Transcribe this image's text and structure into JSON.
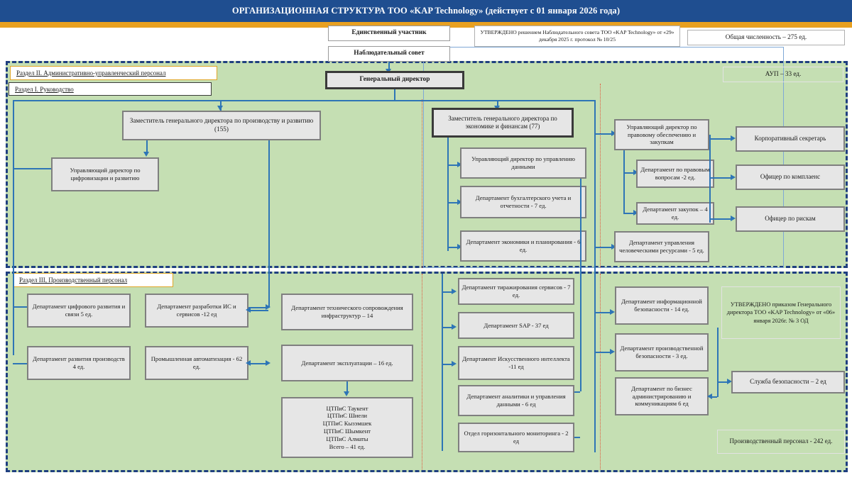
{
  "header": {
    "title": "ОРГАНИЗАЦИОННАЯ СТРУКТУРА ТОО «KAP Technology» (действует с 01 января 2026 года)",
    "bar_color": "#1F4E90",
    "accent_color": "#E8A020"
  },
  "top_notes": {
    "sole_participant": "Единственный участник",
    "supervisory_board": "Наблюдательный совет",
    "approval_note": "УТВЕРЖДЕНО решением Наблюдательного совета ТОО «KAP Technology» от «29» декабря 2025 г. протокол № 10/25",
    "total_headcount": "Общая численность – 275 ед."
  },
  "section_tags": {
    "section_2": "Раздел  II.  Административно-управленческий     персонал",
    "section_1": "Раздел  I. Руководство",
    "section_3": "Раздел  III, Производственный  персонал"
  },
  "counters": {
    "aup": "АУП – 33 ед.",
    "production_staff": "Производственный персонал -  242 ед.",
    "director_order_note": "УТВЕРЖДЕНО приказом Генерального директора ТОО «KAP Technology» от «06» января 2026г. № 3 ОД"
  },
  "leadership": {
    "general_director": "Генеральный директор"
  },
  "admin_section": {
    "deputy_production": "Заместитель генерального директора по производству и развитию (155)",
    "deputy_production_children": [
      "Управляющий директор по цифровизации и развитию"
    ],
    "deputy_finance": "Заместитель генерального директора по экономике и финансам (77)",
    "deputy_finance_children": [
      "Управляющий директор по управлению данными",
      "Департамент бухгалтерского учета и отчетности - 7 ед.",
      "Департамент экономики и планирования - 6 ед."
    ],
    "managing_director_legal": "Управляющий директор по правовому обеспечению и закупкам",
    "legal_children": [
      "Департамент по правовым вопросам -2 ед.",
      "Департамент закупок – 4 ед."
    ],
    "hr_department": "Департамент управления человеческими ресурсами - 5 ед.",
    "direct_reports": [
      "Корпоративный секретарь",
      "Офицер по комплаенс",
      "Офицер по рискам"
    ]
  },
  "production_section": {
    "column1": [
      "Департамент цифрового развития и связи 5 ед.",
      "Департамент развития производств 4 ед."
    ],
    "column2": [
      "Департамент разработки ИС и сервисов -12 ед",
      "Промышленная автоматизация - 62 ед."
    ],
    "column3": [
      "Департамент технического сопровождения инфраструктур – 14",
      "Департамент  эксплуатации – 16 ед.",
      "ЦТПиС Таукент\nЦТПиС Шиели\nЦТПиС Кызэмшек\nЦТПиС Шымкент\nЦТПиС Алматы\nВсего – 41 ед."
    ],
    "column4": [
      "Департамент тиражирования сервисов - 7 ед.",
      "Департамент SAP - 37 ед",
      "Департамент Искусственного интеллекта -11 ед",
      "Департамент аналитики и управления данными - 6 ед",
      "Отдел горизонтального мониторинга - 2 ед"
    ],
    "column5": [
      "Департамент информационной безопасности - 14 ед.",
      "Департамент производственной безопасности - 3 ед.",
      "Департамент по бизнес администрированию и коммуникациям 6 ед"
    ],
    "security_service": "Служба безопасности – 2 ед"
  },
  "colors": {
    "zone_green": "#C5DFB3",
    "box_fill": "#E6E6E6",
    "box_border": "#7F7F7F",
    "connector": "#2E75B6",
    "zone_dash": "#1F3F80",
    "divider_red": "#E2573C"
  }
}
